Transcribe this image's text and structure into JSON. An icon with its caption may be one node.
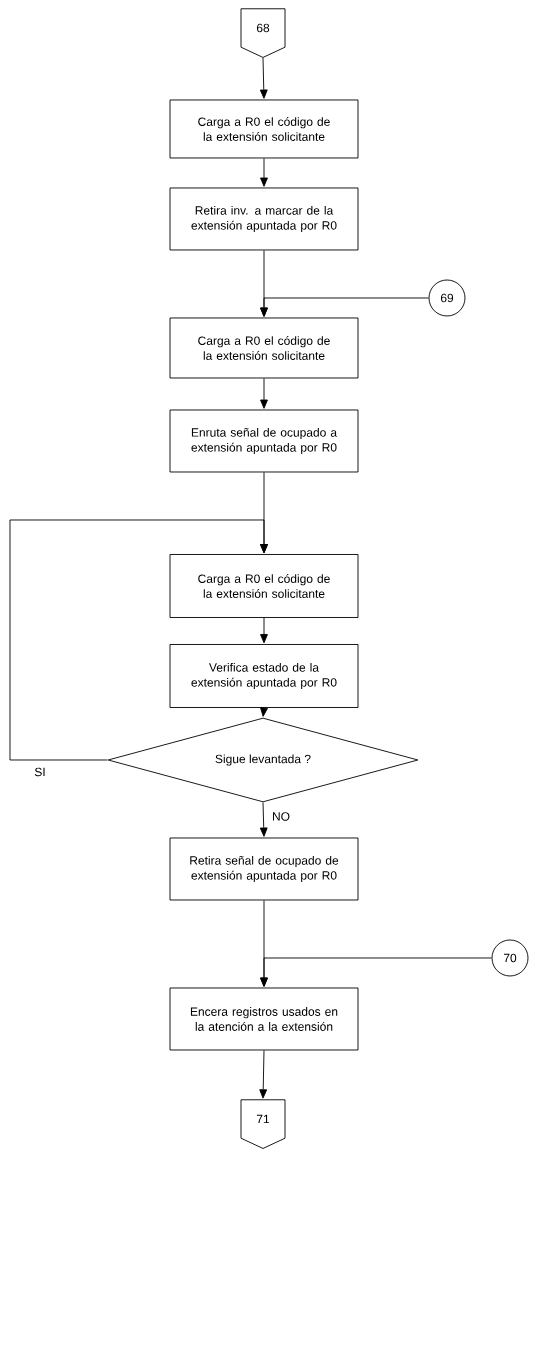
{
  "diagram": {
    "nodes": [
      {
        "text": [
          "68"
        ]
      },
      {
        "text": [
          "Carga a R0 el código de la extensión solicitante"
        ]
      },
      {
        "text": [
          "Retira inv. a marcar de la extensión apuntada por R0"
        ]
      },
      {
        "text": [
          "69"
        ]
      },
      {
        "text": [
          "Carga a R0 el código de la extensión solicitante"
        ]
      },
      {
        "text": [
          "Enruta señal de ocupado a extensión apuntada por R0"
        ]
      },
      {
        "text": [
          "Carga a R0 el código de la extensión solicitante"
        ]
      },
      {
        "text": [
          "Verifica estado de la extensión apuntada por R0"
        ]
      },
      {
        "text": [
          "Sigue levantada ?"
        ]
      },
      {
        "text": [
          "Retira señal de ocupado de extensión apuntada por R0"
        ]
      },
      {
        "text": [
          "70"
        ]
      },
      {
        "text": [
          "Encera registros usados en la atención a la extensión"
        ]
      },
      {
        "text": [
          "71"
        ]
      }
    ],
    "edges": [
      {
        "from": 0,
        "to": 1,
        "arrow": "to"
      },
      {
        "from": 1,
        "to": 2,
        "arrow": "to"
      },
      {
        "from": 2,
        "to": 4,
        "arrow": "to"
      },
      {
        "from": 3,
        "to": 4,
        "arrow": "to"
      },
      {
        "from": 4,
        "to": 5,
        "arrow": "to"
      },
      {
        "from": 5,
        "to": 6,
        "arrow": "to"
      },
      {
        "from": 6,
        "to": 7,
        "arrow": "to"
      },
      {
        "from": 7,
        "to": 8,
        "arrow": "to"
      },
      {
        "from": 8,
        "to": 6,
        "arrow": "to",
        "label": "SI"
      },
      {
        "from": 8,
        "to": 9,
        "arrow": "to",
        "label": "NO"
      },
      {
        "from": 9,
        "to": 11,
        "arrow": "to"
      },
      {
        "from": 10,
        "to": 11,
        "arrow": "to"
      },
      {
        "from": 11,
        "to": 12,
        "arrow": "to"
      }
    ]
  }
}
